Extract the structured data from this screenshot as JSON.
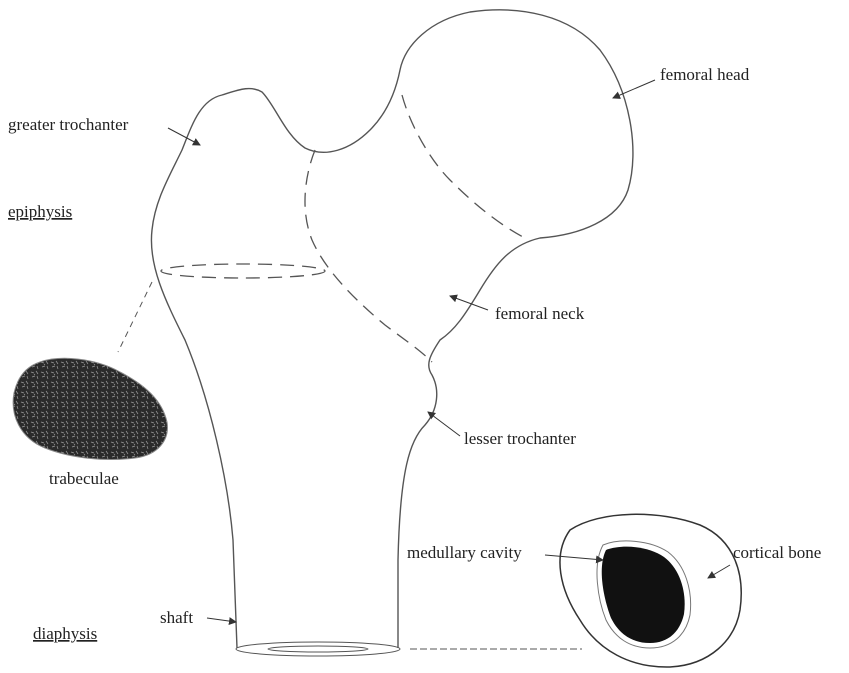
{
  "labels": {
    "femoral_head": "femoral head",
    "greater_trochanter": "greater trochanter",
    "epiphysis": "epiphysis",
    "femoral_neck": "femoral neck",
    "lesser_trochanter": "lesser trochanter",
    "trabeculae": "trabeculae",
    "medullary_cavity": "medullary cavity",
    "cortical_bone": "cortical bone",
    "shaft": "shaft",
    "diaphysis": "diaphysis"
  },
  "colors": {
    "outline": "#555555",
    "trabeculae_fill": "#2a2a2a",
    "medullary_fill": "#111111",
    "text": "#222222"
  }
}
